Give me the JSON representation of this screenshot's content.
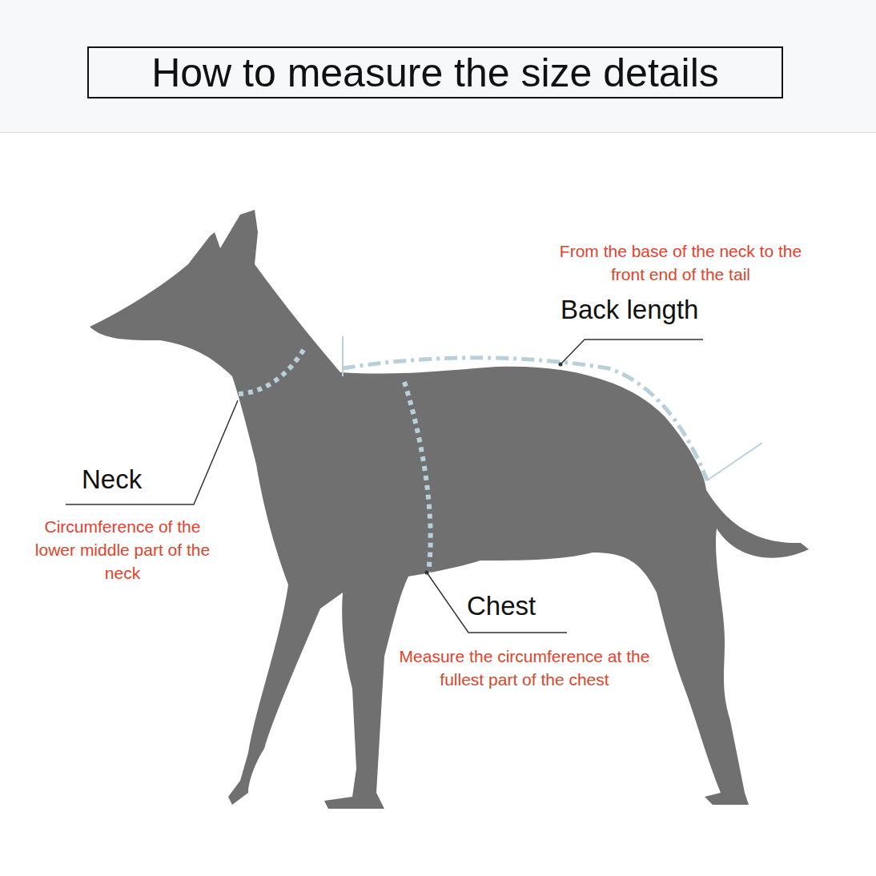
{
  "diagram": {
    "title": "How to measure the size details",
    "labels": [
      "From the base of the neck to the front end of the tail",
      "Back length",
      "Neck",
      "Circumference of the lower middle part of the neck",
      "Chest",
      "Measure the circumference at the fullest part of the chest"
    ]
  }
}
